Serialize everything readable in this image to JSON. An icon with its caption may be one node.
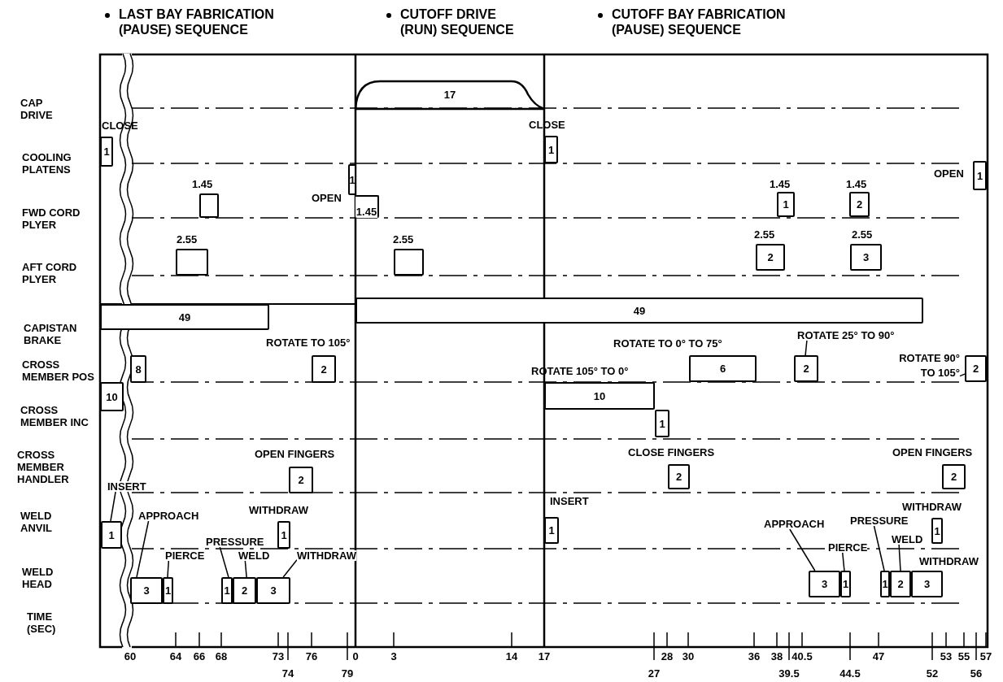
{
  "diagram": {
    "nodes": [
      {
        "text": [
          "17"
        ]
      },
      {
        "text": [
          "1"
        ],
        "beside": [
          "CLOSE"
        ]
      },
      {
        "text": [
          "1"
        ],
        "beside": [
          "OPEN"
        ]
      },
      {
        "text": [
          "1"
        ],
        "beside": [
          "CLOSE"
        ]
      },
      {
        "text": [
          "1"
        ],
        "beside": [
          "OPEN"
        ]
      },
      {
        "text": [],
        "shape": "box",
        "beside": [
          "1.45"
        ]
      },
      {
        "text": [
          "1.45"
        ]
      },
      {
        "text": [
          "1"
        ],
        "beside": [
          "1.45"
        ]
      },
      {
        "text": [
          "2"
        ],
        "beside": [
          "1.45"
        ]
      },
      {
        "text": [],
        "shape": "box",
        "beside": [
          "2.55"
        ]
      },
      {
        "text": [],
        "shape": "box",
        "beside": [
          "2.55"
        ]
      },
      {
        "text": [
          "2"
        ],
        "beside": [
          "2.55"
        ]
      },
      {
        "text": [
          "3"
        ],
        "beside": [
          "2.55"
        ]
      },
      {
        "text": [
          "49"
        ]
      },
      {
        "text": [
          "49"
        ]
      },
      {
        "text": [
          "8"
        ]
      },
      {
        "text": [
          "2"
        ],
        "beside": [
          "ROTATE TO 105°"
        ]
      },
      {
        "text": [
          "6"
        ],
        "beside": [
          "ROTATE TO 0° TO 75°"
        ]
      },
      {
        "text": [
          "2"
        ]
      },
      {
        "text": [
          "2"
        ]
      },
      {
        "text": [
          "10"
        ]
      },
      {
        "text": [
          "10"
        ],
        "beside": [
          "ROTATE 105° TO 0°"
        ]
      },
      {
        "text": [
          "1"
        ]
      },
      {
        "text": [
          "2"
        ],
        "beside": [
          "OPEN FINGERS"
        ]
      },
      {
        "text": [
          "2"
        ],
        "beside": [
          "CLOSE FINGERS"
        ]
      },
      {
        "text": [
          "2"
        ],
        "beside": [
          "OPEN FINGERS"
        ]
      },
      {
        "text": [
          "1"
        ]
      },
      {
        "text": [
          "1"
        ],
        "beside": [
          "WITHDRAW"
        ]
      },
      {
        "text": [
          "1"
        ],
        "beside": [
          "INSERT"
        ]
      },
      {
        "text": [
          "1"
        ],
        "beside": [
          "WITHDRAW"
        ]
      },
      {
        "text": [
          "3"
        ]
      },
      {
        "text": [
          "1"
        ]
      },
      {
        "text": [
          "1"
        ]
      },
      {
        "text": [
          "2"
        ]
      },
      {
        "text": [
          "3"
        ]
      },
      {
        "text": [
          "3"
        ]
      },
      {
        "text": [
          "1"
        ]
      },
      {
        "text": [
          "1"
        ]
      },
      {
        "text": [
          "2"
        ]
      },
      {
        "text": [
          "3"
        ],
        "beside": [
          "WITHDRAW"
        ]
      },
      {
        "text": [
          "INSERT"
        ]
      },
      {
        "text": [
          "APPROACH"
        ]
      },
      {
        "text": [
          "PIERCE"
        ]
      },
      {
        "text": [
          "PRESSURE"
        ]
      },
      {
        "text": [
          "WELD"
        ]
      },
      {
        "text": [
          "WITHDRAW"
        ]
      },
      {
        "text": [
          "APPROACH"
        ]
      },
      {
        "text": [
          "PIERCE"
        ]
      },
      {
        "text": [
          "PRESSURE"
        ]
      },
      {
        "text": [
          "WELD"
        ]
      },
      {
        "text": [
          "ROTATE 25° TO 90°"
        ]
      },
      {
        "text": [
          "ROTATE 90° TO 105°"
        ]
      }
    ],
    "edges": [
      {
        "from": 40,
        "to": 26,
        "arrow": "none"
      },
      {
        "from": 41,
        "to": 30,
        "arrow": "none"
      },
      {
        "from": 42,
        "to": 31,
        "arrow": "none"
      },
      {
        "from": 43,
        "to": 32,
        "arrow": "none"
      },
      {
        "from": 44,
        "to": 33,
        "arrow": "none"
      },
      {
        "from": 45,
        "to": 34,
        "arrow": "none"
      },
      {
        "from": 46,
        "to": 35,
        "arrow": "none"
      },
      {
        "from": 47,
        "to": 36,
        "arrow": "none"
      },
      {
        "from": 48,
        "to": 37,
        "arrow": "none"
      },
      {
        "from": 49,
        "to": 38,
        "arrow": "none"
      },
      {
        "from": 50,
        "to": 18,
        "arrow": "none"
      },
      {
        "from": 51,
        "to": 19,
        "arrow": "none"
      }
    ],
    "labels": [
      "LAST BAY FABRICATION (PAUSE) SEQUENCE",
      "CUTOFF DRIVE (RUN) SEQUENCE",
      "CUTOFF BAY FABRICATION (PAUSE) SEQUENCE",
      "CAP DRIVE",
      "COOLING PLATENS",
      "FWD CORD PLYER",
      "AFT CORD PLYER",
      "CAPISTAN BRAKE",
      "CROSS MEMBER POS",
      "CROSS MEMBER INC",
      "CROSS MEMBER HANDLER",
      "WELD ANVIL",
      "WELD HEAD",
      "TIME (SEC)",
      "60",
      "64",
      "66",
      "68",
      "73",
      "76",
      "0",
      "3",
      "14",
      "17",
      "28",
      "30",
      "36",
      "38",
      "40.5",
      "47",
      "53",
      "55",
      "57",
      "74",
      "79",
      "27",
      "39.5",
      "44.5",
      "52",
      "56"
    ]
  }
}
